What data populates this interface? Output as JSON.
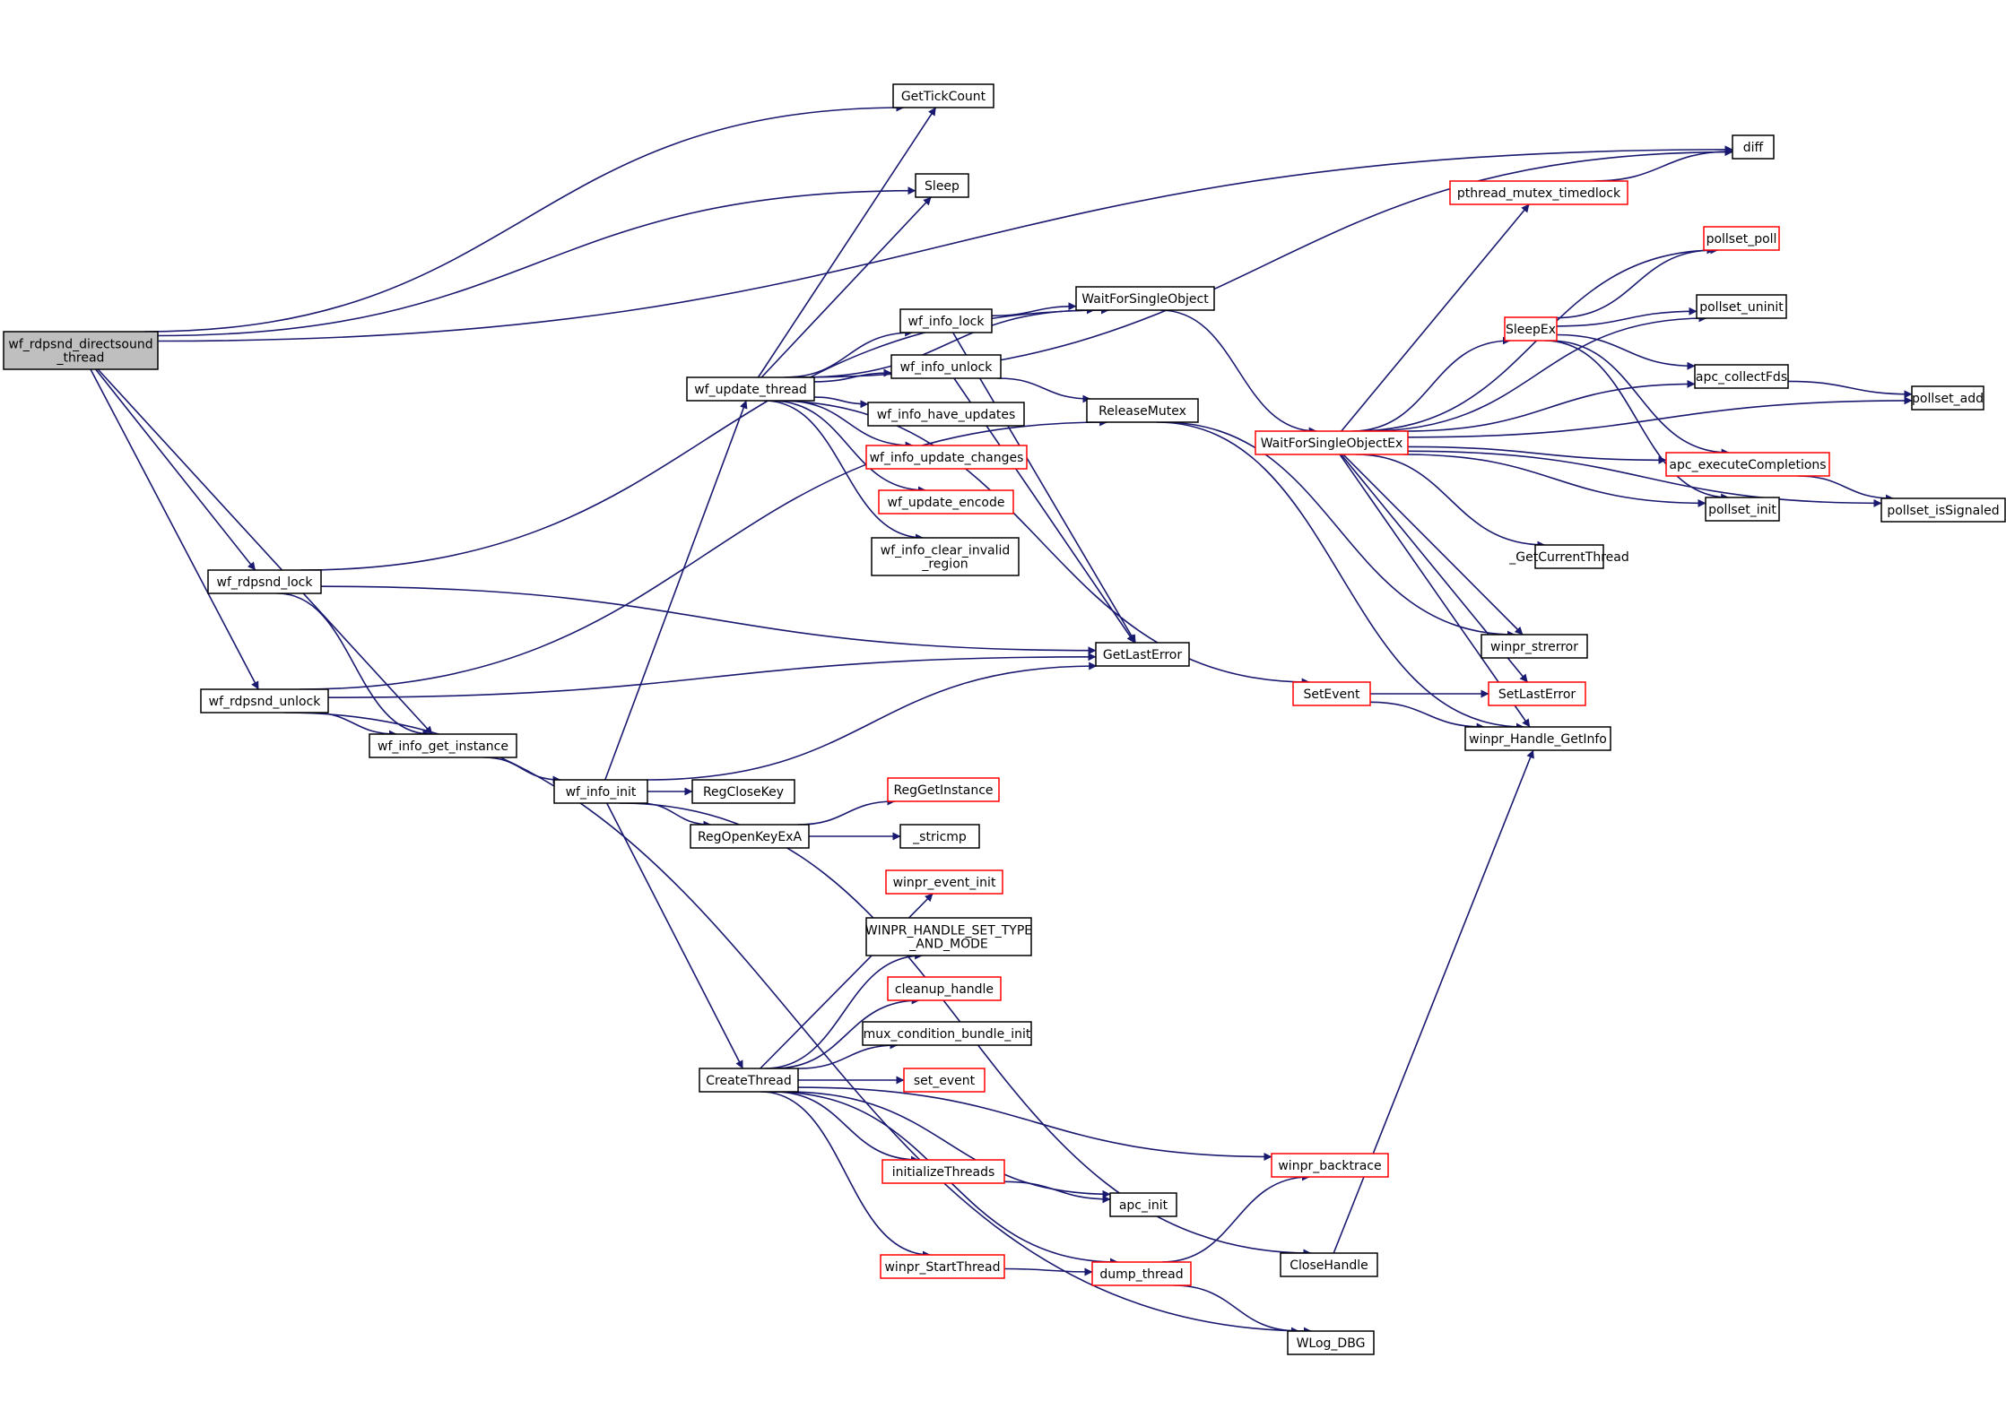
{
  "diagram": {
    "type": "call-graph",
    "colors": {
      "edge": "#191970",
      "root_fill": "#bfbfbf",
      "border": "#000000",
      "incomplete_border": "#ff0000"
    },
    "nodes": [
      {
        "id": "root",
        "lines": [
          "wf_rdpsnd_directsound",
          "_thread"
        ],
        "style": "root"
      },
      {
        "id": "GetTickCount",
        "lines": [
          "GetTickCount"
        ],
        "style": "normal"
      },
      {
        "id": "diff",
        "lines": [
          "diff"
        ],
        "style": "normal"
      },
      {
        "id": "Sleep",
        "lines": [
          "Sleep"
        ],
        "style": "normal"
      },
      {
        "id": "pthread_mutex_timedlock",
        "lines": [
          "pthread_mutex_timedlock"
        ],
        "style": "red"
      },
      {
        "id": "pollset_poll",
        "lines": [
          "pollset_poll"
        ],
        "style": "red"
      },
      {
        "id": "WaitForSingleObject",
        "lines": [
          "WaitForSingleObject"
        ],
        "style": "normal"
      },
      {
        "id": "pollset_uninit",
        "lines": [
          "pollset_uninit"
        ],
        "style": "normal"
      },
      {
        "id": "wf_info_lock",
        "lines": [
          "wf_info_lock"
        ],
        "style": "normal"
      },
      {
        "id": "SleepEx",
        "lines": [
          "SleepEx"
        ],
        "style": "red"
      },
      {
        "id": "wf_info_unlock",
        "lines": [
          "wf_info_unlock"
        ],
        "style": "normal"
      },
      {
        "id": "apc_collectFds",
        "lines": [
          "apc_collectFds"
        ],
        "style": "normal"
      },
      {
        "id": "wf_update_thread",
        "lines": [
          "wf_update_thread"
        ],
        "style": "normal"
      },
      {
        "id": "pollset_add",
        "lines": [
          "pollset_add"
        ],
        "style": "normal"
      },
      {
        "id": "ReleaseMutex",
        "lines": [
          "ReleaseMutex"
        ],
        "style": "normal"
      },
      {
        "id": "wf_info_have_updates",
        "lines": [
          "wf_info_have_updates"
        ],
        "style": "normal"
      },
      {
        "id": "WaitForSingleObjectEx",
        "lines": [
          "WaitForSingleObjectEx"
        ],
        "style": "red"
      },
      {
        "id": "wf_info_update_changes",
        "lines": [
          "wf_info_update_changes"
        ],
        "style": "red"
      },
      {
        "id": "apc_executeCompletions",
        "lines": [
          "apc_executeCompletions"
        ],
        "style": "red"
      },
      {
        "id": "wf_update_encode",
        "lines": [
          "wf_update_encode"
        ],
        "style": "red"
      },
      {
        "id": "pollset_init",
        "lines": [
          "pollset_init"
        ],
        "style": "normal"
      },
      {
        "id": "pollset_isSignaled",
        "lines": [
          "pollset_isSignaled"
        ],
        "style": "normal"
      },
      {
        "id": "wf_info_clear_invalid",
        "lines": [
          "wf_info_clear_invalid",
          "_region"
        ],
        "style": "normal"
      },
      {
        "id": "_GetCurrentThread",
        "lines": [
          "_GetCurrentThread"
        ],
        "style": "normal"
      },
      {
        "id": "wf_rdpsnd_lock",
        "lines": [
          "wf_rdpsnd_lock"
        ],
        "style": "normal"
      },
      {
        "id": "winpr_strerror",
        "lines": [
          "winpr_strerror"
        ],
        "style": "normal"
      },
      {
        "id": "GetLastError",
        "lines": [
          "GetLastError"
        ],
        "style": "normal"
      },
      {
        "id": "wf_rdpsnd_unlock",
        "lines": [
          "wf_rdpsnd_unlock"
        ],
        "style": "normal"
      },
      {
        "id": "SetEvent",
        "lines": [
          "SetEvent"
        ],
        "style": "red"
      },
      {
        "id": "SetLastError",
        "lines": [
          "SetLastError"
        ],
        "style": "red"
      },
      {
        "id": "winpr_Handle_GetInfo",
        "lines": [
          "winpr_Handle_GetInfo"
        ],
        "style": "normal"
      },
      {
        "id": "wf_info_get_instance",
        "lines": [
          "wf_info_get_instance"
        ],
        "style": "normal"
      },
      {
        "id": "wf_info_init",
        "lines": [
          "wf_info_init"
        ],
        "style": "normal"
      },
      {
        "id": "RegCloseKey",
        "lines": [
          "RegCloseKey"
        ],
        "style": "normal"
      },
      {
        "id": "RegGetInstance",
        "lines": [
          "RegGetInstance"
        ],
        "style": "red"
      },
      {
        "id": "RegOpenKeyExA",
        "lines": [
          "RegOpenKeyExA"
        ],
        "style": "normal"
      },
      {
        "id": "_stricmp",
        "lines": [
          "_stricmp"
        ],
        "style": "normal"
      },
      {
        "id": "winpr_event_init",
        "lines": [
          "winpr_event_init"
        ],
        "style": "red"
      },
      {
        "id": "WINPR_HANDLE_SET_TYPE",
        "lines": [
          "WINPR_HANDLE_SET_TYPE",
          "_AND_MODE"
        ],
        "style": "normal"
      },
      {
        "id": "cleanup_handle",
        "lines": [
          "cleanup_handle"
        ],
        "style": "red"
      },
      {
        "id": "mux_condition_bundle_init",
        "lines": [
          "mux_condition_bundle_init"
        ],
        "style": "normal"
      },
      {
        "id": "CreateThread",
        "lines": [
          "CreateThread"
        ],
        "style": "normal"
      },
      {
        "id": "set_event",
        "lines": [
          "set_event"
        ],
        "style": "red"
      },
      {
        "id": "winpr_backtrace",
        "lines": [
          "winpr_backtrace"
        ],
        "style": "red"
      },
      {
        "id": "initializeThreads",
        "lines": [
          "initializeThreads"
        ],
        "style": "red"
      },
      {
        "id": "apc_init",
        "lines": [
          "apc_init"
        ],
        "style": "normal"
      },
      {
        "id": "CloseHandle",
        "lines": [
          "CloseHandle"
        ],
        "style": "normal"
      },
      {
        "id": "winpr_StartThread",
        "lines": [
          "winpr_StartThread"
        ],
        "style": "red"
      },
      {
        "id": "dump_thread",
        "lines": [
          "dump_thread"
        ],
        "style": "red"
      },
      {
        "id": "WLog_DBG",
        "lines": [
          "WLog_DBG"
        ],
        "style": "normal"
      }
    ],
    "edges": [
      [
        "root",
        "diff"
      ],
      [
        "root",
        "GetTickCount"
      ],
      [
        "root",
        "Sleep"
      ],
      [
        "root",
        "wf_rdpsnd_lock"
      ],
      [
        "root",
        "wf_rdpsnd_unlock"
      ],
      [
        "root",
        "wf_info_get_instance"
      ],
      [
        "wf_rdpsnd_lock",
        "WaitForSingleObject"
      ],
      [
        "wf_rdpsnd_lock",
        "GetLastError"
      ],
      [
        "wf_rdpsnd_lock",
        "wf_info_get_instance"
      ],
      [
        "wf_rdpsnd_unlock",
        "ReleaseMutex"
      ],
      [
        "wf_rdpsnd_unlock",
        "GetLastError"
      ],
      [
        "wf_rdpsnd_unlock",
        "wf_info_get_instance"
      ],
      [
        "wf_rdpsnd_unlock",
        "WLog_DBG"
      ],
      [
        "wf_info_get_instance",
        "wf_info_init"
      ],
      [
        "wf_info_init",
        "wf_update_thread"
      ],
      [
        "wf_info_init",
        "GetLastError"
      ],
      [
        "wf_info_init",
        "RegCloseKey"
      ],
      [
        "wf_info_init",
        "RegOpenKeyExA"
      ],
      [
        "wf_info_init",
        "CreateThread"
      ],
      [
        "wf_info_init",
        "CloseHandle"
      ],
      [
        "wf_update_thread",
        "GetTickCount"
      ],
      [
        "wf_update_thread",
        "Sleep"
      ],
      [
        "wf_update_thread",
        "diff"
      ],
      [
        "wf_update_thread",
        "WaitForSingleObject"
      ],
      [
        "wf_update_thread",
        "wf_info_lock"
      ],
      [
        "wf_update_thread",
        "wf_info_unlock"
      ],
      [
        "wf_update_thread",
        "wf_info_have_updates"
      ],
      [
        "wf_update_thread",
        "wf_info_update_changes"
      ],
      [
        "wf_update_thread",
        "wf_update_encode"
      ],
      [
        "wf_update_thread",
        "wf_info_clear_invalid"
      ],
      [
        "wf_update_thread",
        "SetEvent"
      ],
      [
        "wf_info_lock",
        "WaitForSingleObject"
      ],
      [
        "wf_info_lock",
        "GetLastError"
      ],
      [
        "wf_info_unlock",
        "ReleaseMutex"
      ],
      [
        "wf_info_unlock",
        "GetLastError"
      ],
      [
        "WaitForSingleObject",
        "WaitForSingleObjectEx"
      ],
      [
        "ReleaseMutex",
        "winpr_strerror"
      ],
      [
        "ReleaseMutex",
        "winpr_Handle_GetInfo"
      ],
      [
        "SetEvent",
        "SetLastError"
      ],
      [
        "SetEvent",
        "winpr_Handle_GetInfo"
      ],
      [
        "WaitForSingleObjectEx",
        "pthread_mutex_timedlock"
      ],
      [
        "WaitForSingleObjectEx",
        "pollset_poll"
      ],
      [
        "WaitForSingleObjectEx",
        "pollset_uninit"
      ],
      [
        "WaitForSingleObjectEx",
        "SleepEx"
      ],
      [
        "WaitForSingleObjectEx",
        "apc_collectFds"
      ],
      [
        "WaitForSingleObjectEx",
        "pollset_add"
      ],
      [
        "WaitForSingleObjectEx",
        "apc_executeCompletions"
      ],
      [
        "WaitForSingleObjectEx",
        "pollset_init"
      ],
      [
        "WaitForSingleObjectEx",
        "pollset_isSignaled"
      ],
      [
        "WaitForSingleObjectEx",
        "_GetCurrentThread"
      ],
      [
        "WaitForSingleObjectEx",
        "winpr_strerror"
      ],
      [
        "WaitForSingleObjectEx",
        "SetLastError"
      ],
      [
        "WaitForSingleObjectEx",
        "winpr_Handle_GetInfo"
      ],
      [
        "pthread_mutex_timedlock",
        "diff"
      ],
      [
        "SleepEx",
        "pollset_poll"
      ],
      [
        "SleepEx",
        "pollset_uninit"
      ],
      [
        "SleepEx",
        "apc_collectFds"
      ],
      [
        "SleepEx",
        "apc_executeCompletions"
      ],
      [
        "SleepEx",
        "pollset_init"
      ],
      [
        "apc_collectFds",
        "pollset_add"
      ],
      [
        "apc_executeCompletions",
        "pollset_isSignaled"
      ],
      [
        "RegOpenKeyExA",
        "RegGetInstance"
      ],
      [
        "RegOpenKeyExA",
        "_stricmp"
      ],
      [
        "CreateThread",
        "winpr_event_init"
      ],
      [
        "CreateThread",
        "WINPR_HANDLE_SET_TYPE"
      ],
      [
        "CreateThread",
        "cleanup_handle"
      ],
      [
        "CreateThread",
        "mux_condition_bundle_init"
      ],
      [
        "CreateThread",
        "set_event"
      ],
      [
        "CreateThread",
        "winpr_backtrace"
      ],
      [
        "CreateThread",
        "initializeThreads"
      ],
      [
        "CreateThread",
        "apc_init"
      ],
      [
        "CreateThread",
        "winpr_StartThread"
      ],
      [
        "CreateThread",
        "dump_thread"
      ],
      [
        "initializeThreads",
        "apc_init"
      ],
      [
        "winpr_StartThread",
        "dump_thread"
      ],
      [
        "dump_thread",
        "winpr_backtrace"
      ],
      [
        "dump_thread",
        "WLog_DBG"
      ],
      [
        "CloseHandle",
        "winpr_Handle_GetInfo"
      ]
    ]
  }
}
